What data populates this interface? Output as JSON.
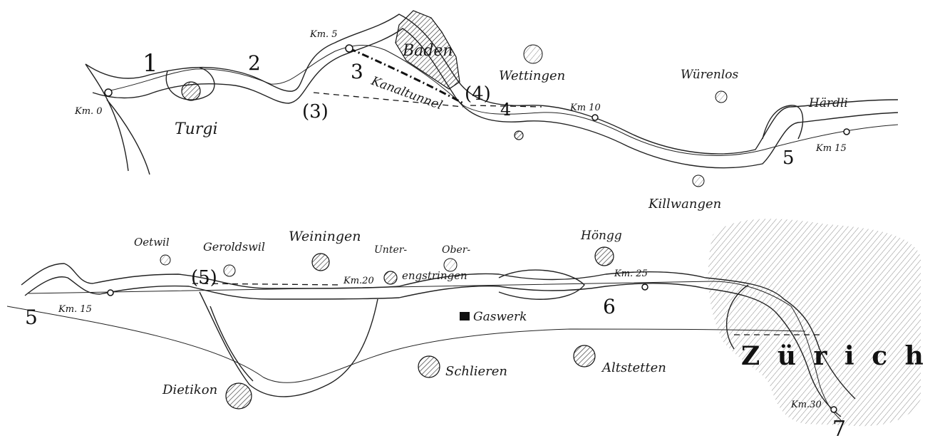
{
  "map": {
    "towns": {
      "turgi": "Turgi",
      "baden": "Baden",
      "wettingen": "Wettingen",
      "wurenlos": "Würenlos",
      "hardli": "Härdli",
      "killwangen": "Killwangen",
      "oetwil": "Oetwil",
      "geroldswil": "Geroldswil",
      "weiningen": "Weiningen",
      "unter": "Unter-",
      "ober": "Ober-",
      "engstringen": "engstringen",
      "hongg": "Höngg",
      "gaswerk": "Gaswerk",
      "schlieren": "Schlieren",
      "altstetten": "Altstetten",
      "dietikon": "Dietikon",
      "zurich": "Z ü r i c h",
      "kanaltunnel": "Kanaltunnel"
    },
    "km": {
      "km0": "Km. 0",
      "km5": "Km. 5",
      "km10": "Km 10",
      "km15a": "Km 15",
      "km15b": "Km. 15",
      "km20": "Km.20",
      "km25": "Km. 25",
      "km30": "Km.30"
    },
    "numbers": {
      "n1": "1",
      "n2": "2",
      "n3": "3",
      "n3p": "(3)",
      "n4": "4",
      "n4p": "(4)",
      "n5a": "5",
      "n5b": "5",
      "n5p": "(5)",
      "n6": "6",
      "n7": "7"
    }
  }
}
